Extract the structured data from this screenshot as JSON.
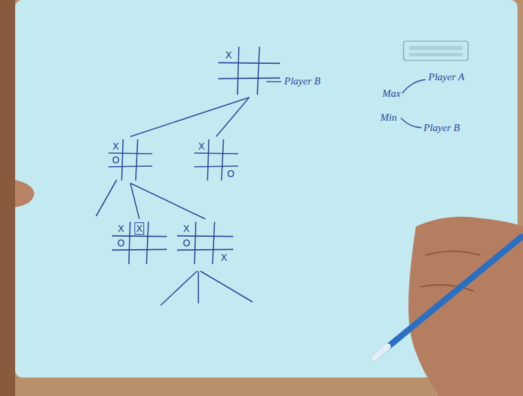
{
  "diagram": {
    "nodes": [
      {
        "text": [
          "X"
        ]
      },
      {
        "text": [
          "X",
          "O"
        ]
      },
      {
        "text": [
          "X",
          "O"
        ]
      },
      {
        "text": [
          "X",
          "X",
          "O"
        ]
      },
      {
        "text": [
          "X",
          "O",
          "X"
        ]
      }
    ],
    "edges": [
      {
        "from": 0,
        "to": 1,
        "arrow": "none"
      },
      {
        "from": 0,
        "to": 2,
        "arrow": "none"
      },
      {
        "from": 1,
        "to": 3,
        "arrow": "none"
      },
      {
        "from": 1,
        "to": 4,
        "arrow": "none"
      }
    ],
    "labels": [
      "Player B",
      "Player A",
      "Max",
      "Min",
      "Player B"
    ]
  }
}
